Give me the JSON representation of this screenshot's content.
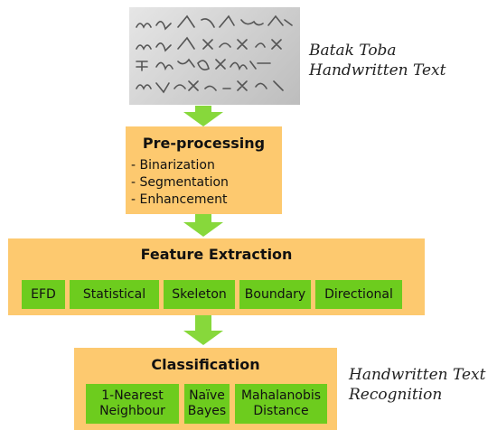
{
  "input": {
    "caption_line1": "Batak Toba",
    "caption_line2": "Handwritten Text"
  },
  "preprocessing": {
    "title": "Pre-processing",
    "steps": [
      "- Binarization",
      "- Segmentation",
      "- Enhancement"
    ]
  },
  "feature_extraction": {
    "title": "Feature Extraction",
    "methods": [
      "EFD",
      "Statistical",
      "Skeleton",
      "Boundary",
      "Directional"
    ]
  },
  "classification": {
    "title": "Classification",
    "classifiers": [
      "1-Nearest\nNeighbour",
      "Naïve\nBayes",
      "Mahalanobis\nDistance"
    ]
  },
  "output": {
    "caption_line1": "Handwritten Text",
    "caption_line2": "Recognition"
  },
  "colors": {
    "process_box": "#fdc96f",
    "method_box": "#6dcc1e",
    "arrow": "#87d83b"
  }
}
